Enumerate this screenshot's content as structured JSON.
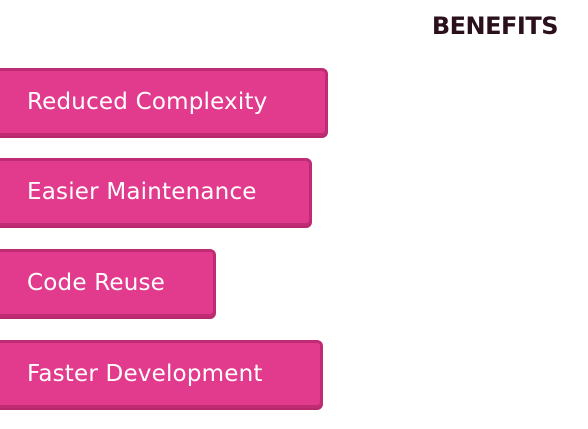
{
  "header": {
    "title": "BENEFITS"
  },
  "benefits": {
    "items": [
      {
        "label": "Reduced Complexity"
      },
      {
        "label": "Easier Maintenance"
      },
      {
        "label": "Code Reuse"
      },
      {
        "label": "Faster Development"
      }
    ]
  },
  "colors": {
    "pill_fill": "#e23b8d",
    "pill_border": "#c02c74",
    "title_text": "#2a0f1c",
    "pill_text": "#ffffff",
    "background": "#ffffff"
  }
}
